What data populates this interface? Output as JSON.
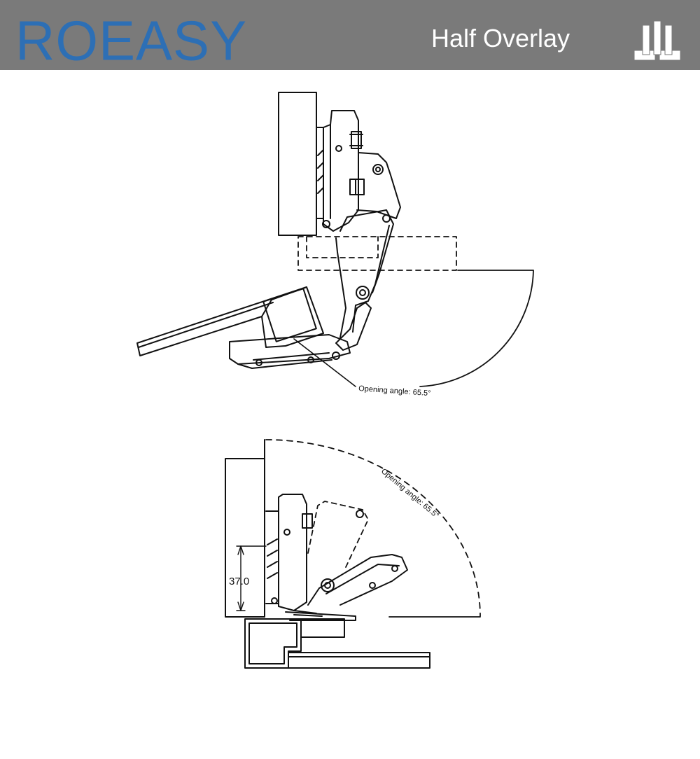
{
  "header": {
    "brand": "ROEASY",
    "title": "Half Overlay",
    "bar_color": "#7a7a7a",
    "brand_color": "#2d6fb5",
    "icon": "hinge-overlay-icon"
  },
  "diagram_top": {
    "angle_label": "Opening angle: 65.5°"
  },
  "diagram_bottom": {
    "angle_label": "Opening angle: 65.5°",
    "dimension_label": "37.0"
  }
}
